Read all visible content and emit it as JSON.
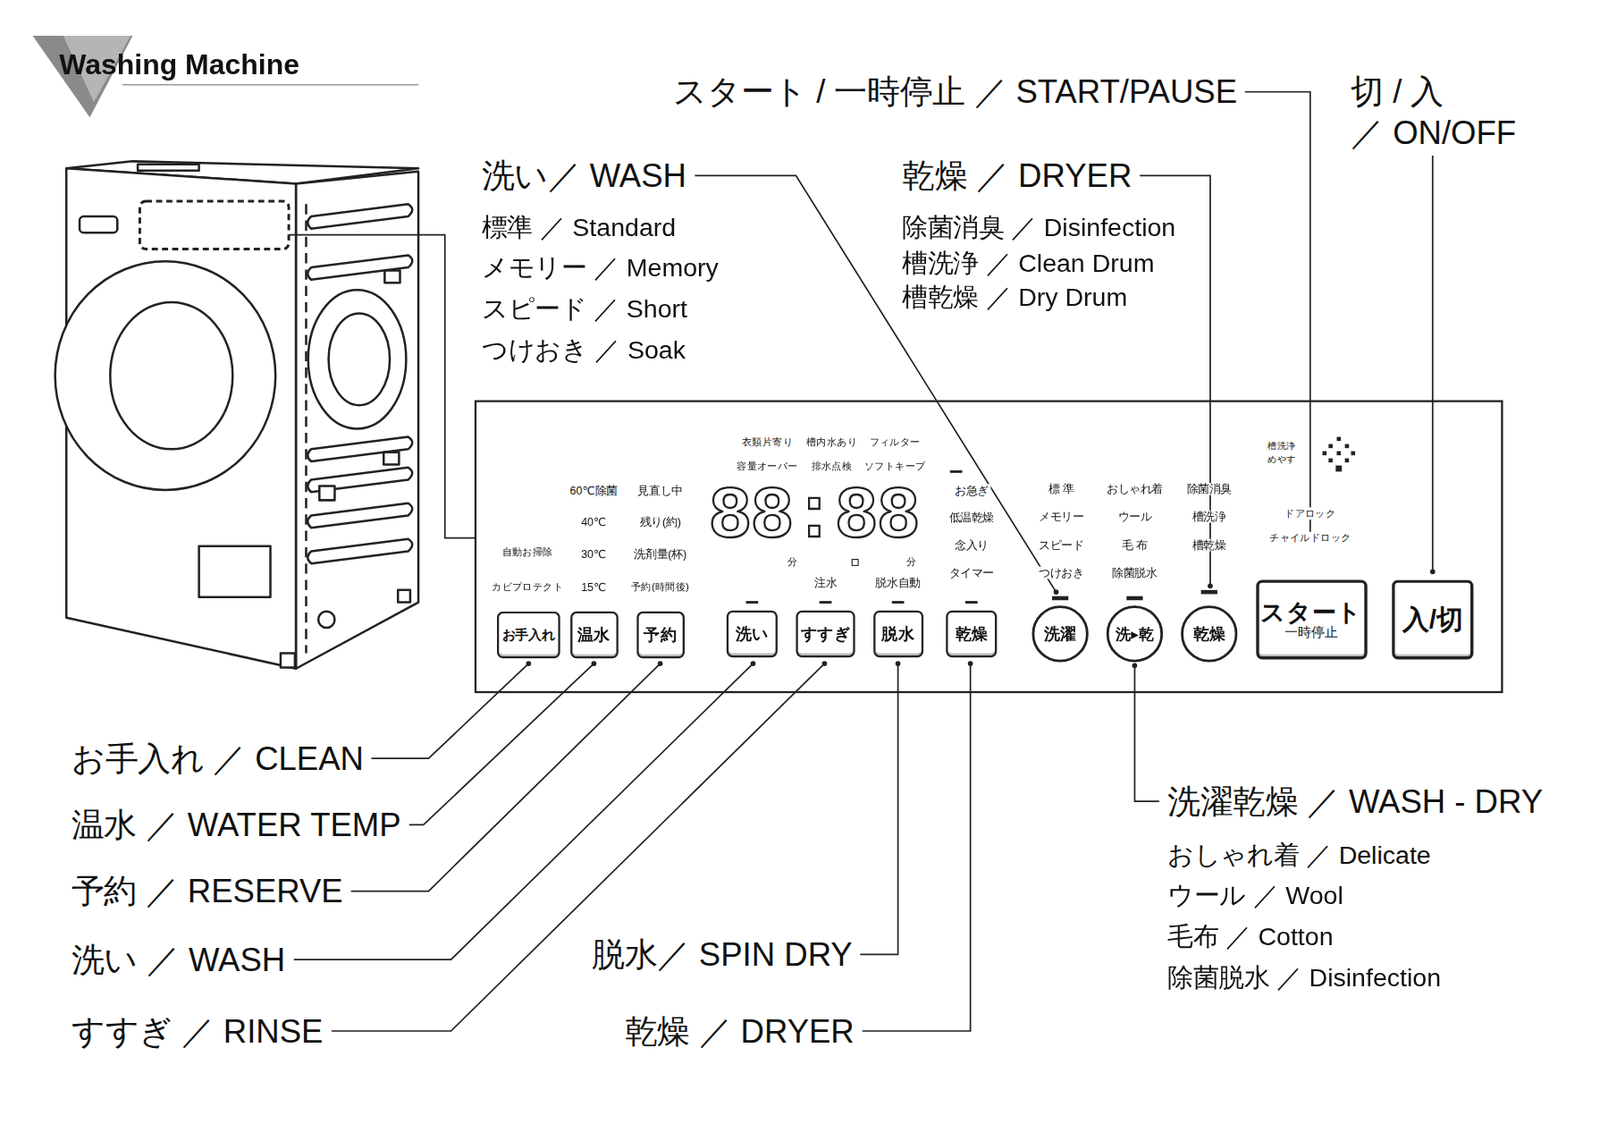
{
  "diagram": {
    "title": "Washing Machine",
    "nodes": [
      {
        "text": [
          "お手入れ"
        ]
      },
      {
        "text": [
          "温水"
        ]
      },
      {
        "text": [
          "予約"
        ]
      },
      {
        "text": [
          "洗い"
        ]
      },
      {
        "text": [
          "すすぎ"
        ]
      },
      {
        "text": [
          "脱水"
        ]
      },
      {
        "text": [
          "乾燥"
        ]
      },
      {
        "text": [
          "洗濯"
        ]
      },
      {
        "text": [
          "洗▸乾"
        ]
      },
      {
        "text": [
          "乾燥"
        ]
      },
      {
        "text": [
          "スタート",
          "一時停止"
        ]
      },
      {
        "text": [
          "入/切"
        ]
      }
    ],
    "labels": [
      "スタート / 一時停止 ／ START/PAUSE",
      "切 / 入",
      "／ ON/OFF",
      "洗い／ WASH",
      "標準 ／ Standard",
      "メモリー ／ Memory",
      "スピード ／ Short",
      "つけおき ／ Soak",
      "乾燥 ／ DRYER",
      "除菌消臭 ／ Disinfection",
      "槽洗浄 ／ Clean Drum",
      "槽乾燥 ／ Dry Drum",
      "衣類片寄り",
      "槽内水あり",
      "フィルター",
      "容量オーバー",
      "排水点検",
      "ソフトキープ",
      "60℃除菌",
      "40℃",
      "30℃",
      "15℃",
      "見直し中",
      "残り(約)",
      "洗剤量(杯)",
      "予約(時間後)",
      "自動お掃除",
      "カビプロテクト",
      "88:88",
      "分",
      "分",
      "注水",
      "脱水自動",
      "お急ぎ",
      "低温乾燥",
      "念入り",
      "タイマー",
      "標 準",
      "メモリー",
      "スピード",
      "つけおき",
      "おしゃれ着",
      "ウール",
      "毛 布",
      "除菌脱水",
      "除菌消臭",
      "槽洗浄",
      "槽乾燥",
      "槽洗浄",
      "めやす",
      "ドアロック",
      "チャイルドロック",
      "お手入れ ／ CLEAN",
      "温水 ／ WATER TEMP",
      "予約 ／ RESERVE",
      "洗い ／ WASH",
      "すすぎ ／ RINSE",
      "脱水／ SPIN DRY",
      "乾燥 ／ DRYER",
      "洗濯乾燥 ／ WASH - DRY",
      "おしゃれ着 ／ Delicate",
      "ウール ／ Wool",
      "毛布 ／ Cotton",
      "除菌脱水 ／ Disinfection"
    ]
  }
}
